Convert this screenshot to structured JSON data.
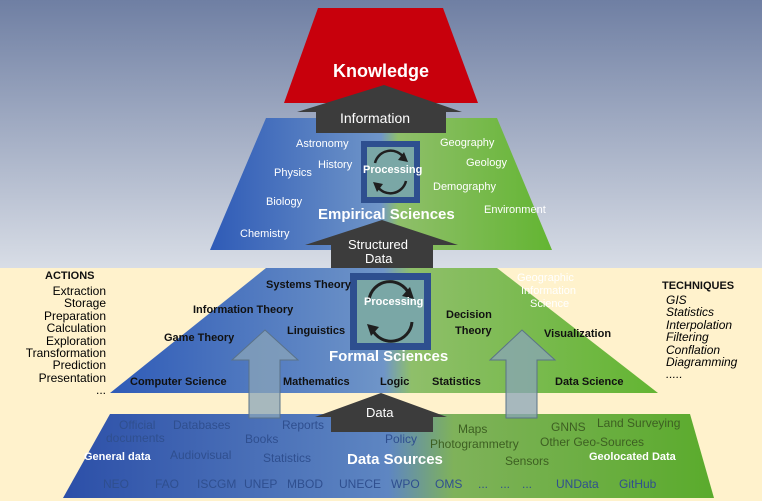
{
  "top": {
    "title": "Knowledge",
    "information": "Information"
  },
  "empirical": {
    "title": "Empirical Sciences",
    "processing": "Processing",
    "left": [
      "Astronomy",
      "History",
      "Physics",
      "Biology",
      "Chemistry"
    ],
    "right": [
      "Geography",
      "Geology",
      "Demography",
      "Environment"
    ],
    "structured": [
      "Structured",
      "Data"
    ]
  },
  "formal": {
    "title": "Formal Sciences",
    "processing": "Processing",
    "items": [
      "Systems Theory",
      "Information Theory",
      "Game Theory",
      "Linguistics",
      "Computer Science",
      "Mathematics",
      "Logic",
      "Statistics",
      "Decision",
      "Theory",
      "Visualization",
      "Data Science"
    ],
    "geo": [
      "Geographic",
      "Information",
      "Science"
    ]
  },
  "actions": {
    "heading": "ACTIONS",
    "items": [
      "Extraction",
      "Storage",
      "Preparation",
      "Calculation",
      "Exploration",
      "Transformation",
      "Prediction",
      "Presentation",
      "..."
    ]
  },
  "techniques": {
    "heading": "TECHNIQUES",
    "items": [
      "GIS",
      "Statistics",
      "Interpolation",
      "Filtering",
      "Conflation",
      "Diagramming",
      "....."
    ]
  },
  "data_arrow": "Data",
  "sources": {
    "title": "Data Sources",
    "left": [
      "Official",
      "documents",
      "Databases",
      "Reports",
      "Books",
      "Audiovisual",
      "Statistics",
      "Policy"
    ],
    "general": "General data",
    "right": [
      "Maps",
      "Photogrammetry",
      "GNNS",
      "Land Surveying",
      "Other Geo-Sources",
      "Sensors"
    ],
    "geolocated": "Geolocated Data",
    "bottom": [
      "NEO",
      "FAO",
      "ISCGM",
      "UNEP",
      "MBOD",
      "UNECE",
      "WPO",
      "OMS",
      "...",
      "...",
      "...",
      "UNData",
      "GitHub"
    ]
  },
  "colors": {
    "knowledge": "#c8000c",
    "blue": "#3a64c0",
    "green": "#7cbf3c",
    "cream": "#fff2cc",
    "sky": "#a3b0c6",
    "arrow": "#3c3c3c"
  },
  "icons": {
    "processing": "refresh-cycle-icon",
    "arrow": "up-arrow-icon"
  }
}
